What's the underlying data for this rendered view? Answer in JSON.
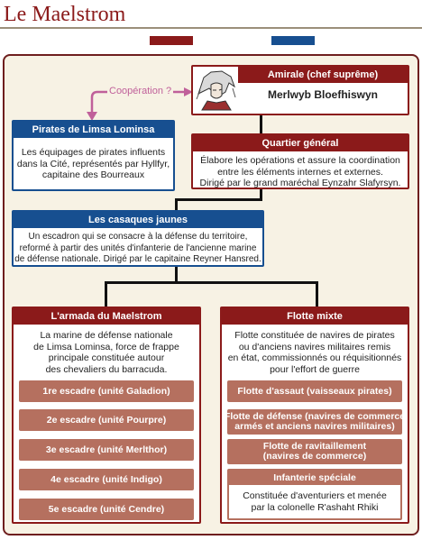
{
  "title": "Le Maelstrom",
  "colors": {
    "maelstrom": "#8b1a1a",
    "allied": "#174f90",
    "cooperation": "#c0609a",
    "bar": "#b5705f"
  },
  "admiral": {
    "header": "Amirale (chef suprême)",
    "name": "Merlwyb Bloefhiswyn",
    "portrait": "admiral-portrait-icon"
  },
  "cooperation_label": "Coopération ?",
  "pirates": {
    "header": "Pirates de Limsa Lominsa",
    "lines": [
      "Les équipages de pirates influents",
      "dans la Cité, représentés par Hyllfyr,",
      "capitaine des Bourreaux"
    ]
  },
  "hq": {
    "header": "Quartier général",
    "lines": [
      "Élabore les opérations et assure la coordination",
      "entre les éléments internes et externes.",
      "Dirigé par le grand maréchal Eynzahr Slafyrsyn."
    ]
  },
  "casaques": {
    "header": "Les casaques jaunes",
    "lines": [
      "Un escadron qui se consacre à la défense du territoire,",
      "reformé à partir des unités d'infanterie de l'ancienne marine",
      "de défense nationale. Dirigé par le capitaine Reyner Hansred."
    ]
  },
  "armada": {
    "header": "L'armada du Maelstrom",
    "lines": [
      "La marine de défense nationale",
      "de Limsa Lominsa, force de frappe",
      "principale constituée autour",
      "des chevaliers du barracuda."
    ],
    "squadrons": [
      "1re escadre (unité Galadion)",
      "2e escadre (unité Pourpre)",
      "3e escadre (unité Merlthor)",
      "4e escadre (unité Indigo)",
      "5e escadre (unité Cendre)"
    ]
  },
  "fleet": {
    "header": "Flotte mixte",
    "lines": [
      "Flotte constituée de navires de pirates",
      "ou d'anciens navires militaires remis",
      "en état, commissionnés ou réquisitionnés",
      "pour l'effort de guerre"
    ],
    "assault": "Flotte d'assaut (vaisseaux pirates)",
    "defense": [
      "Flotte de défense (navires de commerce",
      "armés et anciens navires militaires)"
    ],
    "supply": [
      "Flotte de ravitaillement",
      "(navires de commerce)"
    ],
    "infantry": {
      "header": "Infanterie spéciale",
      "lines": [
        "Constituée d'aventuriers et menée",
        "par la colonelle R'ashaht Rhiki"
      ]
    }
  }
}
